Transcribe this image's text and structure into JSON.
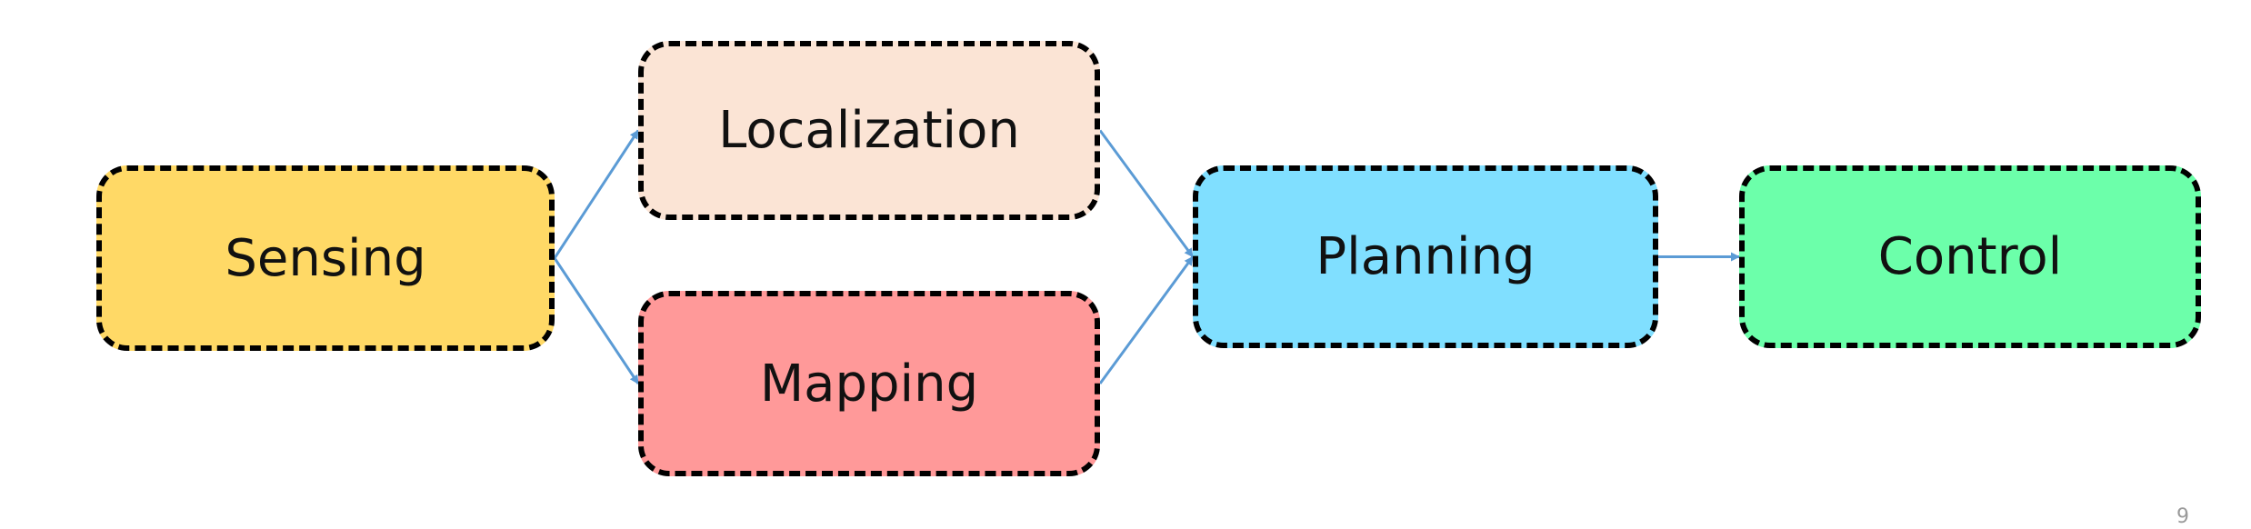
{
  "colors": {
    "connector": "#5B9BD5",
    "border": "#000000",
    "text": "#111111",
    "page_number": "#9a9a9a"
  },
  "nodes": {
    "sensing": {
      "label": "Sensing",
      "fill": "#FFD966"
    },
    "localization": {
      "label": "Localization",
      "fill": "#FBE4D5"
    },
    "mapping": {
      "label": "Mapping",
      "fill": "#FF9999"
    },
    "planning": {
      "label": "Planning",
      "fill": "#80DFFF"
    },
    "control": {
      "label": "Control",
      "fill": "#6CFFAA"
    }
  },
  "edges": [
    {
      "from": "sensing",
      "to": "localization"
    },
    {
      "from": "sensing",
      "to": "mapping"
    },
    {
      "from": "localization",
      "to": "planning"
    },
    {
      "from": "mapping",
      "to": "planning"
    },
    {
      "from": "planning",
      "to": "control"
    }
  ],
  "page_number": "9"
}
